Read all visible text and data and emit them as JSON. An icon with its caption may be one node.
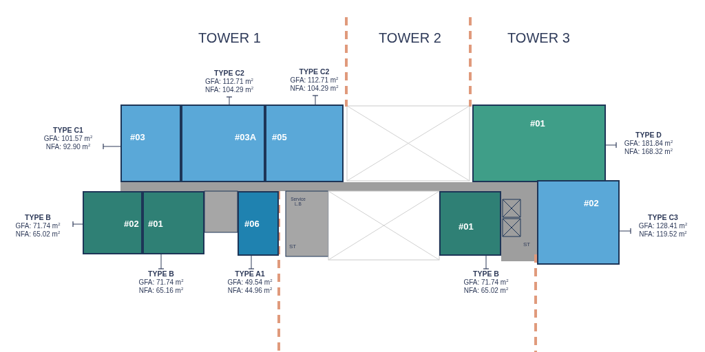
{
  "diagram": {
    "nodes": [
      {
        "text": [
          "#03"
        ]
      },
      {
        "text": [
          "#03A"
        ]
      },
      {
        "text": [
          "#05"
        ]
      },
      {
        "text": [
          "#01"
        ]
      },
      {
        "text": [
          "#02"
        ]
      },
      {
        "text": [
          "#01"
        ]
      },
      {
        "text": [
          "#06"
        ]
      },
      {
        "text": [
          "#01"
        ]
      },
      {
        "text": [
          "#02"
        ]
      },
      {
        "text": [
          "TYPE C1",
          "GFA: 101.57 m$^{2}$",
          "NFA: 92.90 m$^{2}$"
        ]
      },
      {
        "text": [
          "TYPE C2",
          "GFA: 112.71 m$^{2}$",
          "NFA: 104.29 m$^{2}$"
        ]
      },
      {
        "text": [
          "TYPE C2",
          "GFA: 112.71 m$^{2}$",
          "NFA: 104.29 m$^{2}$"
        ]
      },
      {
        "text": [
          "TYPE D",
          "GFA: 181.84 m$^{2}$",
          "NFA: 168.32 m$^{2}$"
        ]
      },
      {
        "text": [
          "TYPE B",
          "GFA: 71.74 m$^{2}$",
          "NFA: 65.02 m$^{2}$"
        ]
      },
      {
        "text": [
          "TYPE B",
          "GFA: 71.74 m$^{2}$",
          "NFA: 65.16 m$^{2}$"
        ]
      },
      {
        "text": [
          "TYPE A1",
          "GFA: 49.54 m$^{2}$",
          "NFA: 44.96 m$^{2}$"
        ]
      },
      {
        "text": [
          "TYPE B",
          "GFA: 71.74 m$^{2}$",
          "NFA: 65.02 m$^{2}$"
        ]
      },
      {
        "text": [
          "TYPE C3",
          "GFA: 128.41 m$^{2}$",
          "NFA: 119.52 m$^{2}$"
        ]
      }
    ],
    "edges": [
      {
        "from": 0,
        "to": 9,
        "arrow": "other"
      },
      {
        "from": 1,
        "to": 10,
        "arrow": "other"
      },
      {
        "from": 2,
        "to": 11,
        "arrow": "other"
      },
      {
        "from": 3,
        "to": 12,
        "arrow": "other"
      },
      {
        "from": 4,
        "to": 13,
        "arrow": "other"
      },
      {
        "from": 5,
        "to": 14,
        "arrow": "other"
      },
      {
        "from": 6,
        "to": 15,
        "arrow": "other"
      },
      {
        "from": 7,
        "to": 16,
        "arrow": "other"
      },
      {
        "from": 8,
        "to": 17,
        "arrow": "other"
      }
    ],
    "labels": [
      "TOWER 1",
      "TOWER 2",
      "TOWER 3",
      "Service L.B",
      "ST",
      "ST"
    ]
  }
}
